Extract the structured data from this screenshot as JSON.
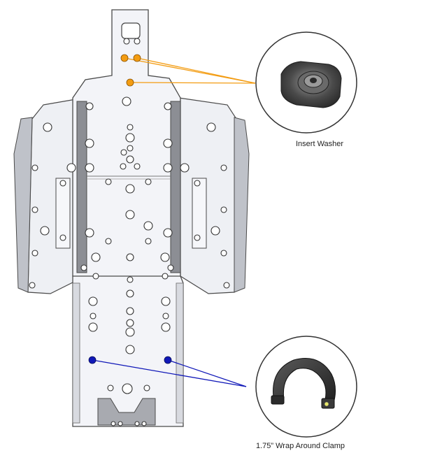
{
  "callouts": {
    "insert_washer": {
      "label": "Insert Washer",
      "color": "#F39C12",
      "marker_count": 3
    },
    "wrap_clamp": {
      "label": "1.75” Wrap Around Clamp",
      "color": "#1018B8",
      "marker_count": 2
    }
  },
  "colors": {
    "plate_fill": "#F3F4F8",
    "plate_stroke": "#4A4A4A",
    "side_panel": "#C9CBD2",
    "rail": "#8C8E94",
    "hole_stroke": "#333333"
  }
}
